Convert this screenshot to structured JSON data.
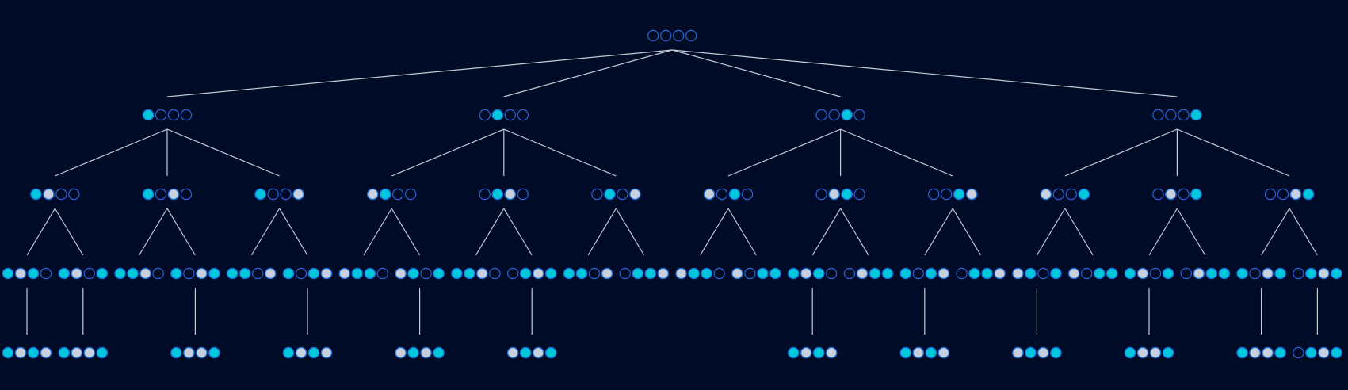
{
  "colors": {
    "background": "#000b28",
    "edge": "#c6cbd6",
    "empty_stroke": "#2a63d4",
    "cyan_fill": "#00c8dc",
    "gray_fill": "#c8d0de",
    "filled_stroke": "#1a6fd8"
  },
  "legend_codes": {
    "e": "empty",
    "c": "cyan",
    "g": "gray"
  },
  "root": {
    "slots": "eeee",
    "children": [
      {
        "slots": "ceee",
        "children": [
          {
            "slots": "cgee",
            "children": [
              {
                "slots": "cgce",
                "children": [
                  {
                    "slots": "cgcg",
                    "children": []
                  }
                ]
              },
              {
                "slots": "cgec",
                "children": [
                  {
                    "slots": "cggc",
                    "children": []
                  }
                ]
              }
            ]
          },
          {
            "slots": "cege",
            "children": [
              {
                "slots": "ccge",
                "children": []
              },
              {
                "slots": "cegc",
                "children": [
                  {
                    "slots": "cggc",
                    "children": []
                  }
                ]
              }
            ]
          },
          {
            "slots": "ceeg",
            "children": [
              {
                "slots": "cceg",
                "children": []
              },
              {
                "slots": "cecg",
                "children": [
                  {
                    "slots": "cgcg",
                    "children": []
                  }
                ]
              }
            ]
          }
        ]
      },
      {
        "slots": "ecee",
        "children": [
          {
            "slots": "gcee",
            "children": [
              {
                "slots": "gcce",
                "children": []
              },
              {
                "slots": "gcec",
                "children": [
                  {
                    "slots": "gcgc",
                    "children": []
                  }
                ]
              }
            ]
          },
          {
            "slots": "ecge",
            "children": [
              {
                "slots": "ccge",
                "children": []
              },
              {
                "slots": "ecgc",
                "children": [
                  {
                    "slots": "gcgc",
                    "children": []
                  }
                ]
              }
            ]
          },
          {
            "slots": "eceg",
            "children": [
              {
                "slots": "cceg",
                "children": []
              },
              {
                "slots": "eccg",
                "children": []
              }
            ]
          }
        ]
      },
      {
        "slots": "eece",
        "children": [
          {
            "slots": "gece",
            "children": [
              {
                "slots": "gcce",
                "children": []
              },
              {
                "slots": "gecc",
                "children": []
              }
            ]
          },
          {
            "slots": "egce",
            "children": [
              {
                "slots": "cgce",
                "children": [
                  {
                    "slots": "cgcg",
                    "children": []
                  }
                ]
              },
              {
                "slots": "egcc",
                "children": []
              }
            ]
          },
          {
            "slots": "eecg",
            "children": [
              {
                "slots": "cecg",
                "children": [
                  {
                    "slots": "cgcg",
                    "children": []
                  }
                ]
              },
              {
                "slots": "eccg",
                "children": []
              }
            ]
          }
        ]
      },
      {
        "slots": "eeec",
        "children": [
          {
            "slots": "geec",
            "children": [
              {
                "slots": "gcec",
                "children": [
                  {
                    "slots": "gcgc",
                    "children": []
                  }
                ]
              },
              {
                "slots": "gecc",
                "children": []
              }
            ]
          },
          {
            "slots": "egec",
            "children": [
              {
                "slots": "cgec",
                "children": [
                  {
                    "slots": "cggc",
                    "children": []
                  }
                ]
              },
              {
                "slots": "egcc",
                "children": []
              }
            ]
          },
          {
            "slots": "eegc",
            "children": [
              {
                "slots": "cegc",
                "children": [
                  {
                    "slots": "cggc",
                    "children": []
                  }
                ]
              },
              {
                "slots": "ecgc",
                "children": [
                  {
                    "slots": "ecgc",
                    "children": []
                  }
                ]
              }
            ]
          }
        ]
      }
    ]
  }
}
